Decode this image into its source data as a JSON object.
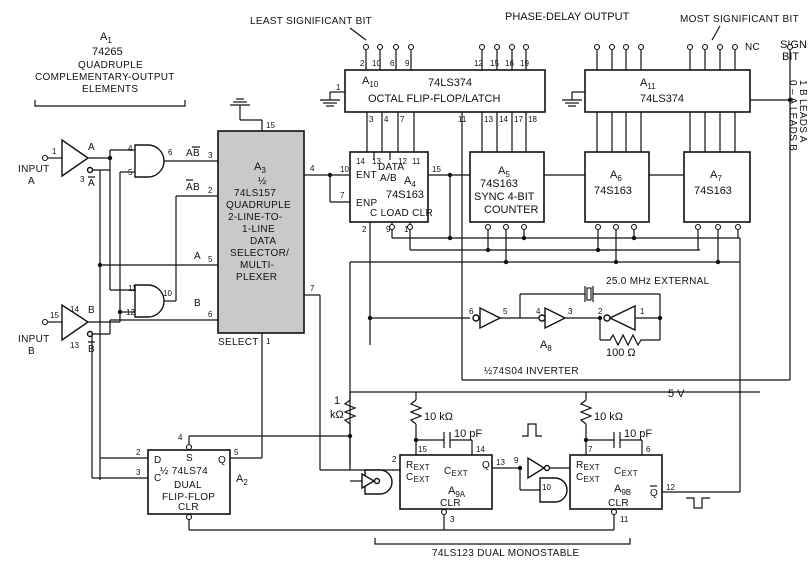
{
  "labels": {
    "a1_ref": "A",
    "a1_sub": "1",
    "a1_part": "74265",
    "a1_desc1": "QUADRUPLE",
    "a1_desc2": "COMPLEMENTARY-OUTPUT",
    "a1_desc3": "ELEMENTS",
    "lsb": "LEAST SIGNIFICANT BIT",
    "phase_out": "PHASE-DELAY OUTPUT",
    "msb": "MOST SIGNIFICANT BIT",
    "nc": "NC",
    "sign_bit1": "SIGN",
    "sign_bit2": "BIT",
    "leads_a": "0 – A LEADS B",
    "leads_b": "1   B LEADS A",
    "input_a1": "INPUT",
    "input_a2": "A",
    "input_b1": "INPUT",
    "input_b2": "B",
    "sig_a": "A",
    "sig_a_bar": "A",
    "sig_b": "B",
    "sig_b_bar": "B",
    "sig_ab_bar": "AB",
    "sig_a_barb": "AB",
    "mux_a": "A",
    "mux_b": "B",
    "select": "SELECT",
    "freq": "25.0 MHz EXTERNAL",
    "inverter": "½74S04 INVERTER",
    "a8": "A",
    "a8_sub": "8",
    "res100": "100 Ω",
    "v5": "5 V",
    "k1a": "1",
    "k1b": "kΩ",
    "r10k_1": "10 kΩ",
    "r10k_2": "10 kΩ",
    "c10p_1": "10 pF",
    "c10p_2": "10 pF",
    "dual_mono": "74LS123  DUAL MONOSTABLE"
  },
  "chips": {
    "a3": {
      "ref": "A",
      "sub": "3",
      "l1": "½",
      "l2": "74LS157",
      "l3": "QUADRUPLE",
      "l4": "2-LINE-TO-",
      "l5": "1-LINE",
      "l6": "DATA",
      "l7": "SELECTOR/",
      "l8": "MULTI-",
      "l9": "PLEXER"
    },
    "a10": {
      "ref": "A",
      "sub": "10",
      "part": "74LS374",
      "desc": "OCTAL FLIP-FLOP/LATCH"
    },
    "a11": {
      "ref": "A",
      "sub": "11",
      "part": "74LS374"
    },
    "a4": {
      "ref": "A",
      "sub": "4",
      "part": "74S163",
      "ent": "ENT",
      "enp": "ENP",
      "data": "DATA",
      "ab": "A/B",
      "bottom": "C  LOAD CLR"
    },
    "a5": {
      "ref": "A",
      "sub": "5",
      "part": "74S163",
      "l2": "SYNC 4-BIT",
      "l3": "COUNTER"
    },
    "a6": {
      "ref": "A",
      "sub": "6",
      "part": "74S163"
    },
    "a7": {
      "ref": "A",
      "sub": "7",
      "part": "74S163"
    },
    "a2": {
      "ref": "A",
      "sub": "2",
      "l1": "½ 74LS74",
      "l2": "DUAL",
      "l3": "FLIP-FLOP",
      "d": "D",
      "s": "S",
      "q": "Q",
      "c": "C",
      "clr": "CLR"
    },
    "a9a": {
      "ref": "A",
      "sub": "9A",
      "rext": "R",
      "rext_sub": "EXT",
      "cext": "C",
      "cext_sub": "EXT",
      "q": "Q",
      "clr": "CLR"
    },
    "a9b": {
      "ref": "A",
      "sub": "9B",
      "rext": "R",
      "rext_sub": "EXT",
      "cext": "C",
      "cext_sub": "EXT",
      "q": "Q",
      "clr": "CLR"
    }
  },
  "pins": {
    "p1": "1",
    "p2": "2",
    "p3": "3",
    "p4": "4",
    "p5": "5",
    "p6": "6",
    "p7": "7",
    "p9": "9",
    "p10": "10",
    "p11": "11",
    "p12": "12",
    "p13": "13",
    "p14": "14",
    "p15": "15",
    "p16": "16",
    "p17": "17",
    "p18": "18",
    "p19": "19"
  }
}
